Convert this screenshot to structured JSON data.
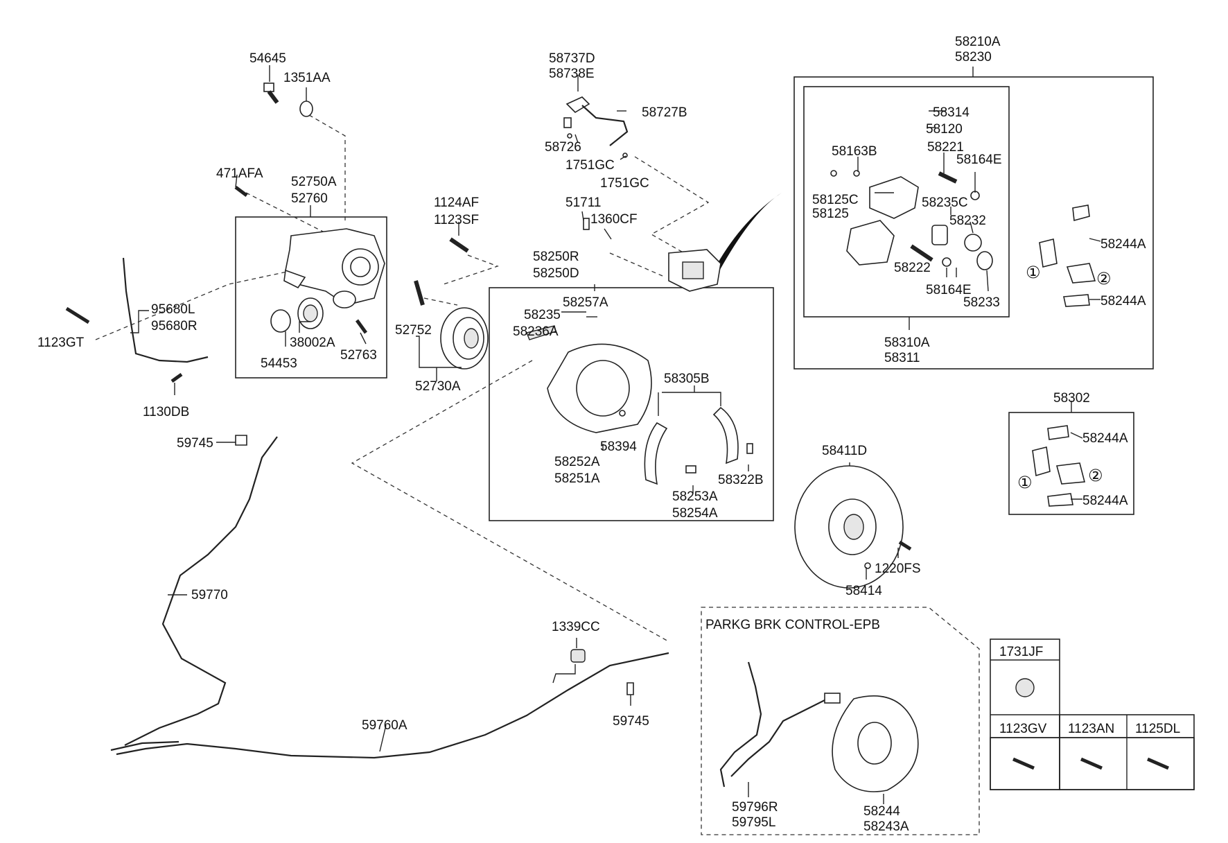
{
  "callouts": {
    "c1": "①",
    "c2": "②"
  },
  "labels": [
    {
      "id": "54645",
      "text": "54645"
    },
    {
      "id": "1351AA",
      "text": "1351AA"
    },
    {
      "id": "471AFA",
      "text": "471AFA"
    },
    {
      "id": "52750A",
      "text": "52750A"
    },
    {
      "id": "52760",
      "text": "52760"
    },
    {
      "id": "95680L",
      "text": "95680L"
    },
    {
      "id": "95680R",
      "text": "95680R"
    },
    {
      "id": "1123GT",
      "text": "1123GT"
    },
    {
      "id": "38002A",
      "text": "38002A"
    },
    {
      "id": "54453",
      "text": "54453"
    },
    {
      "id": "52763",
      "text": "52763"
    },
    {
      "id": "1130DB",
      "text": "1130DB"
    },
    {
      "id": "1124AF",
      "text": "1124AF"
    },
    {
      "id": "1123SF",
      "text": "1123SF"
    },
    {
      "id": "52752",
      "text": "52752"
    },
    {
      "id": "52730A",
      "text": "52730A"
    },
    {
      "id": "58737D",
      "text": "58737D"
    },
    {
      "id": "58738E",
      "text": "58738E"
    },
    {
      "id": "58727B",
      "text": "58727B"
    },
    {
      "id": "58726",
      "text": "58726"
    },
    {
      "id": "1751GC_a",
      "text": "1751GC"
    },
    {
      "id": "1751GC_b",
      "text": "1751GC"
    },
    {
      "id": "51711",
      "text": "51711"
    },
    {
      "id": "1360CF",
      "text": "1360CF"
    },
    {
      "id": "58250R",
      "text": "58250R"
    },
    {
      "id": "58250D",
      "text": "58250D"
    },
    {
      "id": "58257A",
      "text": "58257A"
    },
    {
      "id": "58235",
      "text": "58235"
    },
    {
      "id": "58236A",
      "text": "58236A"
    },
    {
      "id": "58305B",
      "text": "58305B"
    },
    {
      "id": "58394",
      "text": "58394"
    },
    {
      "id": "58252A",
      "text": "58252A"
    },
    {
      "id": "58251A",
      "text": "58251A"
    },
    {
      "id": "58322B",
      "text": "58322B"
    },
    {
      "id": "58253A",
      "text": "58253A"
    },
    {
      "id": "58254A",
      "text": "58254A"
    },
    {
      "id": "58210A",
      "text": "58210A"
    },
    {
      "id": "58230",
      "text": "58230"
    },
    {
      "id": "58314",
      "text": "58314"
    },
    {
      "id": "58120",
      "text": "58120"
    },
    {
      "id": "58163B",
      "text": "58163B"
    },
    {
      "id": "58221",
      "text": "58221"
    },
    {
      "id": "58164E_a",
      "text": "58164E"
    },
    {
      "id": "58125C",
      "text": "58125C"
    },
    {
      "id": "58125",
      "text": "58125"
    },
    {
      "id": "58235C",
      "text": "58235C"
    },
    {
      "id": "58232",
      "text": "58232"
    },
    {
      "id": "58222",
      "text": "58222"
    },
    {
      "id": "58164E_b",
      "text": "58164E"
    },
    {
      "id": "58233",
      "text": "58233"
    },
    {
      "id": "58310A",
      "text": "58310A"
    },
    {
      "id": "58311",
      "text": "58311"
    },
    {
      "id": "58244A_1",
      "text": "58244A"
    },
    {
      "id": "58244A_2",
      "text": "58244A"
    },
    {
      "id": "58302",
      "text": "58302"
    },
    {
      "id": "58244A_3",
      "text": "58244A"
    },
    {
      "id": "58244A_4",
      "text": "58244A"
    },
    {
      "id": "58411D",
      "text": "58411D"
    },
    {
      "id": "1220FS",
      "text": "1220FS"
    },
    {
      "id": "58414",
      "text": "58414"
    },
    {
      "id": "59745_a",
      "text": "59745"
    },
    {
      "id": "59770",
      "text": "59770"
    },
    {
      "id": "1339CC",
      "text": "1339CC"
    },
    {
      "id": "59745_b",
      "text": "59745"
    },
    {
      "id": "59760A",
      "text": "59760A"
    },
    {
      "id": "59796R",
      "text": "59796R"
    },
    {
      "id": "59795L",
      "text": "59795L"
    },
    {
      "id": "58244",
      "text": "58244"
    },
    {
      "id": "58243A",
      "text": "58243A"
    }
  ],
  "epb_box": {
    "title": "PARKG BRK CONTROL-EPB"
  },
  "hardware_table": {
    "top": "1731JF",
    "cells": [
      "1123GV",
      "1123AN",
      "1125DL"
    ]
  }
}
